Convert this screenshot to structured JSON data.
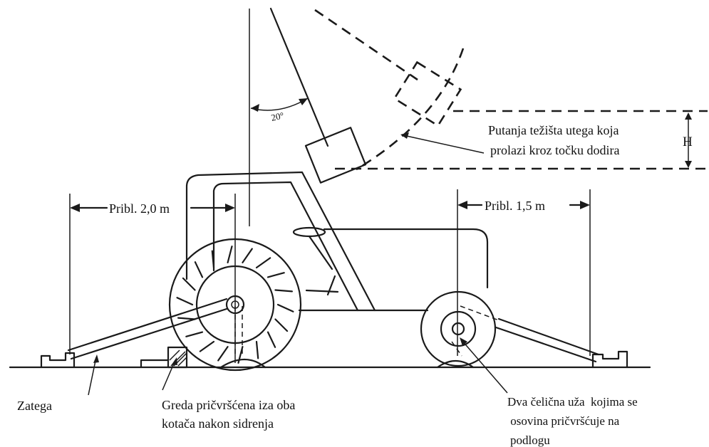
{
  "labels": {
    "angle": "20°",
    "pendulum_path": [
      "Putanja težišta utega koja",
      "prolazi kroz točku dodira"
    ],
    "height": "H",
    "rear_distance": "Pribl. 2,0 m",
    "front_distance": "Pribl. 1,5 m",
    "tie": "Zatega",
    "beam": [
      "Greda pričvršćena iza oba",
      "kotača nakon sidrenja"
    ],
    "cables": [
      "Dva čelična uža  kojima se",
      " osovina pričvršćuje na",
      "podlogu"
    ]
  }
}
